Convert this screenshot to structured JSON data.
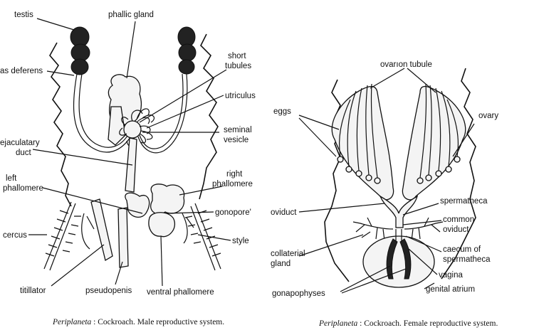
{
  "male": {
    "labels": {
      "testis": "testis",
      "phallic_gland": "phallic gland",
      "short_tubules_1": "short",
      "short_tubules_2": "tubules",
      "vas_deferens": "as deferens",
      "utriculus": "utriculus",
      "seminal_vesicle_1": "seminal",
      "seminal_vesicle_2": "vesicle",
      "ejaculatory_duct_1": "ejaculatary",
      "ejaculatory_duct_2": "duct",
      "right_phallomere_1": "right",
      "right_phallomere_2": "phallomere",
      "left_phallomere_1": "left",
      "left_phallomere_2": "phallomere",
      "gonopore": "gonopore'",
      "cercus": "cercus",
      "style": "style",
      "titillator": "titillator",
      "pseudopenis": "pseudopenis",
      "ventral_phallomere": "ventral phallomere"
    },
    "caption_genus": "Periplaneta",
    "caption_text": " : Cockroach. Male reproductive system."
  },
  "female": {
    "labels": {
      "ovarion_tubule": "ovarıon tubule",
      "eggs": "eggs",
      "ovary": "ovary",
      "spermatheca": "spermatheca",
      "oviduct": "oviduct",
      "common_oviduct_1": "common",
      "common_oviduct_2": "oviduct",
      "collaterial_gland_1": "collaterial",
      "collaterial_gland_2": "gland",
      "caecum_1": "caecum of",
      "caecum_2": "spermatheca",
      "vagina": "vagina",
      "genital_atrium": "genital  atrium",
      "gonapophyses": "gonapophyses"
    },
    "caption_genus": "Periplaneta",
    "caption_text": " : Cockroach. Female reproductive system."
  }
}
